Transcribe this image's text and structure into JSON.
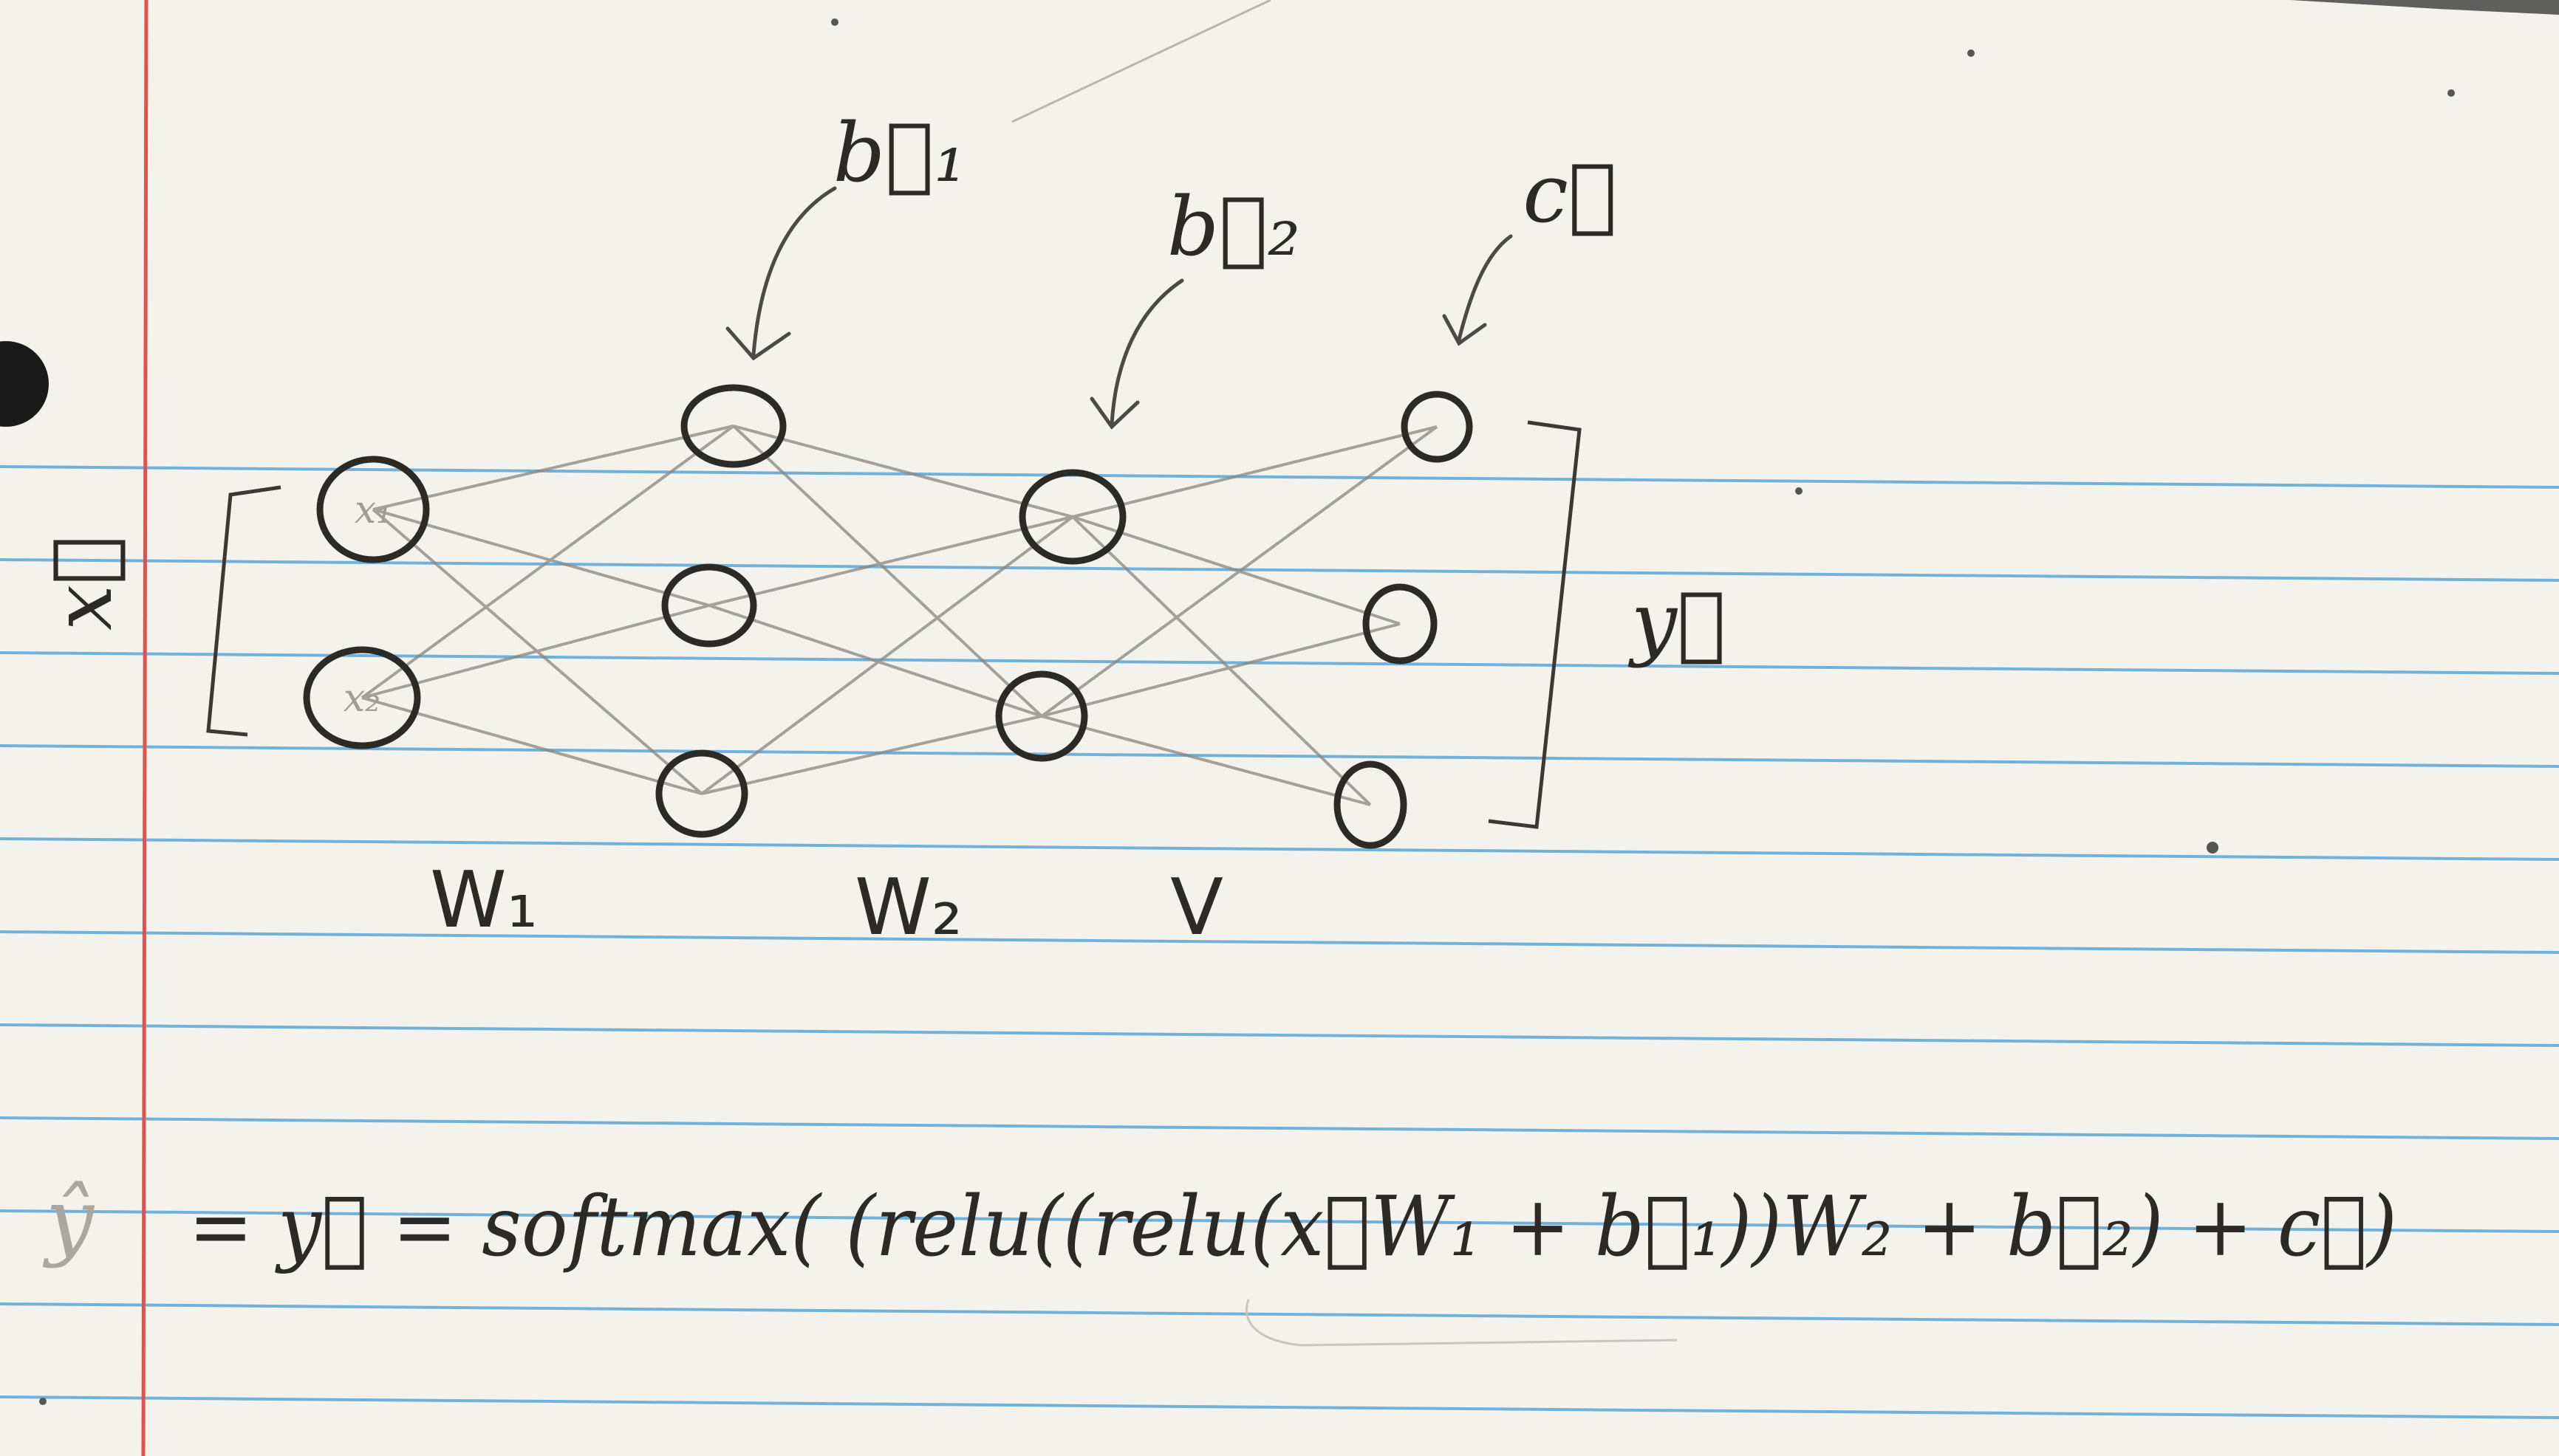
{
  "paper": {
    "background": "#f4f2ec",
    "rule_color": "#5ba6d6",
    "margin_color": "#e0524f",
    "ink_color": "#2b2a27",
    "pencil_color": "#8a8780"
  },
  "labels": {
    "input_vector": "x⃗",
    "output_vector": "y⃗",
    "bias_1": "b⃗₁",
    "bias_2": "b⃗₂",
    "bias_out": "c⃗",
    "weights_1": "W₁",
    "weights_2": "W₂",
    "weights_out": "V"
  },
  "network": {
    "layers": [
      {
        "name": "input",
        "nodes": [
          {
            "label": "x₁"
          },
          {
            "label": "x₂"
          }
        ]
      },
      {
        "name": "hidden-1",
        "nodes": [
          {
            "label": ""
          },
          {
            "label": ""
          },
          {
            "label": ""
          }
        ]
      },
      {
        "name": "hidden-2",
        "nodes": [
          {
            "label": ""
          },
          {
            "label": ""
          }
        ]
      },
      {
        "name": "output",
        "nodes": [
          {
            "label": ""
          },
          {
            "label": ""
          },
          {
            "label": ""
          }
        ]
      }
    ],
    "connections": "fully-connected"
  },
  "equation": {
    "lhs_faint": "ŷ",
    "text": "= y⃗ = softmax( (relu((relu(x⃗W₁ + b⃗₁))W₂ + b⃗₂) + c⃗)"
  }
}
